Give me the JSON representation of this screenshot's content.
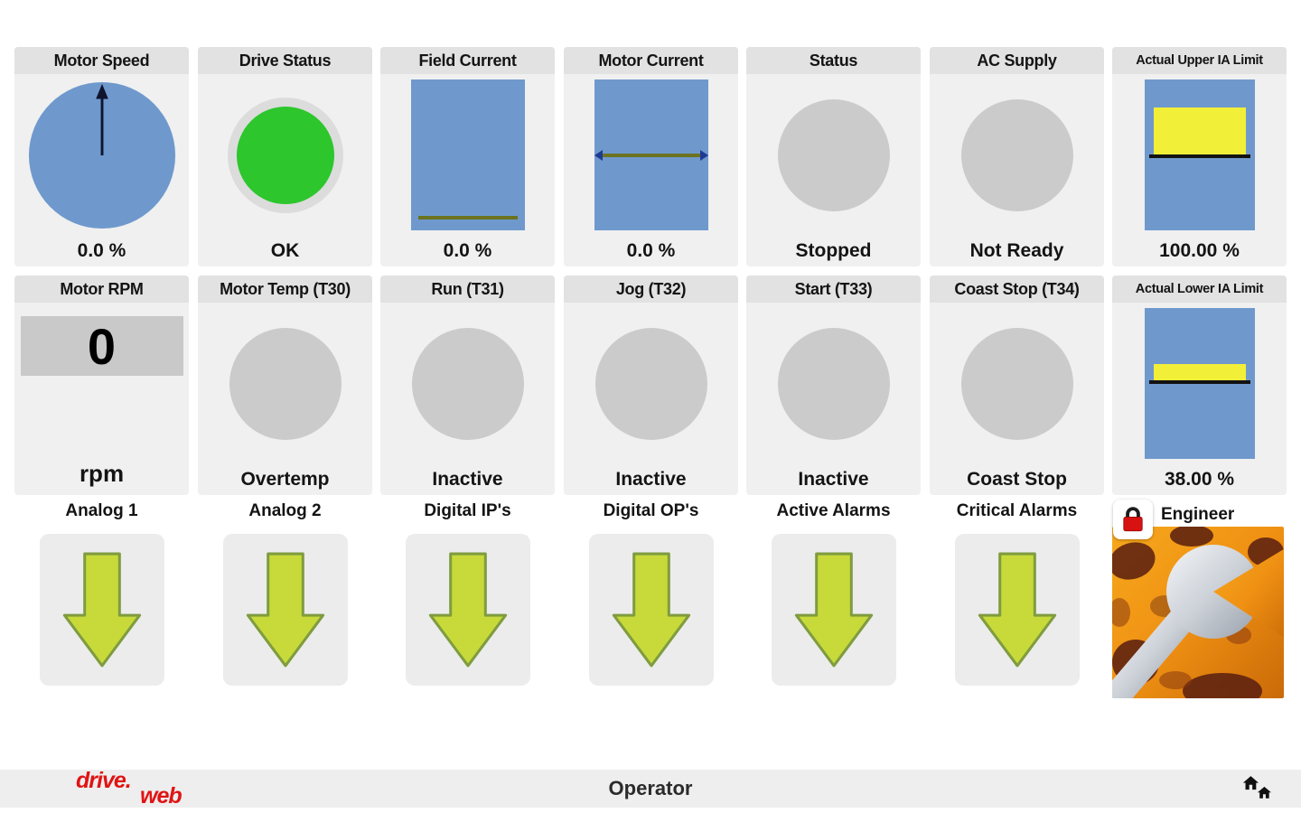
{
  "meters": [
    {
      "title": "Motor Speed",
      "value": "0.0 %",
      "gauge": "blue-dial"
    },
    {
      "title": "Drive Status",
      "value": "OK",
      "gauge": "green-led"
    },
    {
      "title": "Field Current",
      "value": "0.0 %",
      "gauge": "blue-bar-zero"
    },
    {
      "title": "Motor Current",
      "value": "0.0 %",
      "gauge": "blue-bar-center"
    },
    {
      "title": "Status",
      "value": "Stopped",
      "gauge": "gray-led"
    },
    {
      "title": "AC Supply",
      "value": "Not Ready",
      "gauge": "gray-led"
    },
    {
      "title": "Actual Upper IA Limit",
      "value": "100.00 %",
      "gauge": "limit-bar"
    },
    {
      "title": "Motor RPM",
      "display": "0",
      "value": "rpm",
      "gauge": "numeric"
    },
    {
      "title": "Motor Temp (T30)",
      "value": "Overtemp",
      "gauge": "gray-led"
    },
    {
      "title": "Run (T31)",
      "value": "Inactive",
      "gauge": "gray-led"
    },
    {
      "title": "Jog (T32)",
      "value": "Inactive",
      "gauge": "gray-led"
    },
    {
      "title": "Start (T33)",
      "value": "Inactive",
      "gauge": "gray-led"
    },
    {
      "title": "Coast Stop (T34)",
      "value": "Coast Stop",
      "gauge": "gray-led"
    },
    {
      "title": "Actual Lower IA Limit",
      "value": "38.00 %",
      "gauge": "limit-bar"
    }
  ],
  "nav": [
    {
      "label": "Analog 1"
    },
    {
      "label": "Analog 2"
    },
    {
      "label": "Digital IP's"
    },
    {
      "label": "Digital OP's"
    },
    {
      "label": "Active Alarms"
    },
    {
      "label": "Critical Alarms"
    }
  ],
  "engineer": {
    "label": "Engineer",
    "lock_icon": "red-padlock-icon",
    "image": "wrench-on-rusty-orange-background"
  },
  "footer": {
    "brand_line1": "drive",
    "brand_dot": ".",
    "brand_line2": "web",
    "title": "Operator",
    "home_icon": "double-home-icon"
  },
  "icons": {
    "nav_arrow": "down-arrow-icon"
  },
  "colors": {
    "gauge_blue": "#6f99cd",
    "led_green": "#2dc62d",
    "led_ring": "#dcdcdc",
    "led_gray": "#cbcbcb",
    "limit_yellow": "#f2ef38",
    "scale_line_olive": "#6b731f",
    "needle_navy": "#10142e",
    "arrow_green": "#c8da3a",
    "arrow_border": "#7f9c3f",
    "rpm_box_gray": "#c9c9c9",
    "tile_bg": "#f0f0f0",
    "tile_header_bg": "#e2e2e2",
    "footer_bg": "#eeeeee",
    "brand_red": "#e01414",
    "lock_red": "#d81111"
  }
}
